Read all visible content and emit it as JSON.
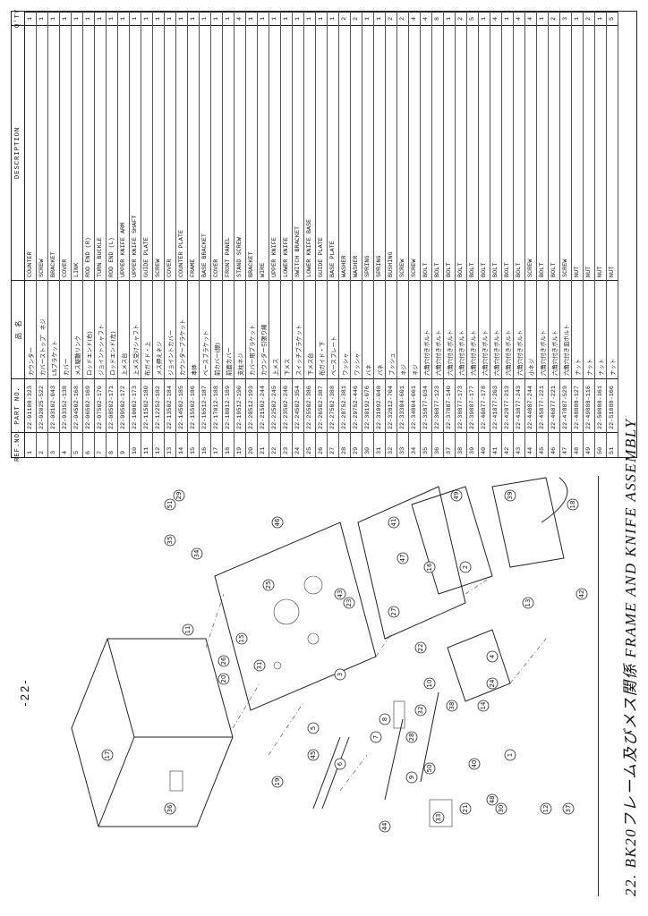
{
  "title": "22. BK20フレーム及びメス関係 FRAME AND KNIFE ASSEMBLY",
  "page_number": "-22-",
  "table": {
    "headers": {
      "ref": "REF.NO.",
      "part": "PART NO.",
      "name": "品 名",
      "desc": "DESCRIPTION",
      "qty": "Q'TY"
    },
    "rows": [
      {
        "ref": "1",
        "part": "22-01108-323",
        "name": "カウンター",
        "desc": "COUNTER",
        "qty": "1"
      },
      {
        "ref": "2",
        "part": "22-02025-522",
        "name": "カバーストップ゜ネジ",
        "desc": "SCREW",
        "qty": "1"
      },
      {
        "ref": "3",
        "part": "22-03102-043",
        "name": "LSブラケット",
        "desc": "BRACKET",
        "qty": "1"
      },
      {
        "ref": "4",
        "part": "22-03352-138",
        "name": "カバー",
        "desc": "COVER",
        "qty": "1"
      },
      {
        "ref": "5",
        "part": "22-04502-168",
        "name": "メス駆動リンク",
        "desc": "LINK",
        "qty": "1"
      },
      {
        "ref": "6",
        "part": "22-06502-169",
        "name": "ロッドエンド(右)",
        "desc": "ROD END (R)",
        "qty": "1"
      },
      {
        "ref": "7",
        "part": "22-07502-170",
        "name": "ジョイントシャフト",
        "desc": "TURN BUCKLE",
        "qty": "1"
      },
      {
        "ref": "8",
        "part": "22-08502-171",
        "name": "ロッドエンド(左)",
        "desc": "ROD END (L)",
        "qty": "1"
      },
      {
        "ref": "9",
        "part": "22-09502-172",
        "name": "上メス台",
        "desc": "UPPER KNIFE ARM",
        "qty": "1"
      },
      {
        "ref": "10",
        "part": "22-10002-173",
        "name": "上メス受けシャフト",
        "desc": "UPPER KNIFE SHAFT",
        "qty": "1"
      },
      {
        "ref": "11",
        "part": "22-11502-180",
        "name": "布ガイド・上",
        "desc": "GUIDE PLATE",
        "qty": "1"
      },
      {
        "ref": "12",
        "part": "22-12252-182",
        "name": "メス押えネジ",
        "desc": "SCREW",
        "qty": "1"
      },
      {
        "ref": "13",
        "part": "22-13502-184",
        "name": "ジョイントカバー",
        "desc": "COVER",
        "qty": "1"
      },
      {
        "ref": "14",
        "part": "22-14502-185",
        "name": "カウンタープラケット",
        "desc": "COUNTER PLATE",
        "qty": "1"
      },
      {
        "ref": "15",
        "part": "22-15502-186",
        "name": "本体",
        "desc": "FRAME",
        "qty": "1"
      },
      {
        "ref": "16",
        "part": "22-16512-187",
        "name": "ベースブラケット",
        "desc": "BASE BRACKET",
        "qty": "1"
      },
      {
        "ref": "17",
        "part": "22-17012-188",
        "name": "前カバー(銀)",
        "desc": "COVER",
        "qty": "1"
      },
      {
        "ref": "18",
        "part": "22-18012-189",
        "name": "前面カバー",
        "desc": "FRONT PANEL",
        "qty": "1"
      },
      {
        "ref": "19",
        "part": "22-19512-190",
        "name": "支柱ネジ",
        "desc": "STAND SCREW",
        "qty": "4"
      },
      {
        "ref": "20",
        "part": "22-20512-193",
        "name": "カバー用ブラケット",
        "desc": "BRACKET",
        "qty": "1"
      },
      {
        "ref": "21",
        "part": "22-21502-244",
        "name": "カウンター引張り線",
        "desc": "WIRE",
        "qty": "1"
      },
      {
        "ref": "22",
        "part": "22-22502-245",
        "name": "上メス",
        "desc": "UPPER KNIFE",
        "qty": "1"
      },
      {
        "ref": "23",
        "part": "22-23502-246",
        "name": "下メス",
        "desc": "LOWER KNIFE",
        "qty": "1"
      },
      {
        "ref": "24",
        "part": "22-24502-354",
        "name": "スイッチブラケット",
        "desc": "SWITCH BRACKET",
        "qty": "1"
      },
      {
        "ref": "25",
        "part": "22-25502-386",
        "name": "下メス台",
        "desc": "LOWER KNIFE BASE",
        "qty": "1"
      },
      {
        "ref": "26",
        "part": "22-26502-387",
        "name": "布ガイド・下",
        "desc": "GUIDE PLATE",
        "qty": "1"
      },
      {
        "ref": "27",
        "part": "22-27502-388",
        "name": "ベースプレート",
        "desc": "BASE PLATE",
        "qty": "1"
      },
      {
        "ref": "28",
        "part": "22-28752-381",
        "name": "ワッシャ",
        "desc": "WASHER",
        "qty": "2"
      },
      {
        "ref": "29",
        "part": "22-29752-446",
        "name": "ワッシャ",
        "desc": "WASHER",
        "qty": "2"
      },
      {
        "ref": "30",
        "part": "22-30192-076",
        "name": "バネ",
        "desc": "SPRING",
        "qty": "1"
      },
      {
        "ref": "31",
        "part": "22-31092-048",
        "name": "バネ",
        "desc": "SPRING",
        "qty": "1"
      },
      {
        "ref": "32",
        "part": "22-32812-704",
        "name": "ブッシュ",
        "desc": "BUSHING",
        "qty": "2"
      },
      {
        "ref": "33",
        "part": "22-33304-601",
        "name": "ネジ",
        "desc": "SCREW",
        "qty": "2"
      },
      {
        "ref": "34",
        "part": "22-34804-661",
        "name": "ネジ",
        "desc": "SCREW",
        "qty": "4"
      },
      {
        "ref": "35",
        "part": "22-35877-034",
        "name": "六角穴付きボルト",
        "desc": "BOLT",
        "qty": "4"
      },
      {
        "ref": "36",
        "part": "22-36877-123",
        "name": "六角穴付きボルト",
        "desc": "BOLT",
        "qty": "8"
      },
      {
        "ref": "37",
        "part": "22-37887-140",
        "name": "六角穴付きボルト",
        "desc": "BOLT",
        "qty": "1"
      },
      {
        "ref": "38",
        "part": "22-38877-173",
        "name": "六角穴付きボルト",
        "desc": "BOLT",
        "qty": "2"
      },
      {
        "ref": "39",
        "part": "22-39887-177",
        "name": "六角穴付きボルト",
        "desc": "BOLT",
        "qty": "5"
      },
      {
        "ref": "40",
        "part": "22-40877-178",
        "name": "六角穴付きボルト",
        "desc": "BOLT",
        "qty": "1"
      },
      {
        "ref": "41",
        "part": "22-41877-203",
        "name": "六角穴付きボルト",
        "desc": "BOLT",
        "qty": "4"
      },
      {
        "ref": "42",
        "part": "22-42877-213",
        "name": "六角穴付きボルト",
        "desc": "BOLT",
        "qty": "1"
      },
      {
        "ref": "43",
        "part": "22-43877-243",
        "name": "六角穴付きボルト",
        "desc": "BOLT",
        "qty": "4"
      },
      {
        "ref": "44",
        "part": "22-44887-244",
        "name": "小ネジ",
        "desc": "SCREW",
        "qty": "4"
      },
      {
        "ref": "45",
        "part": "22-45877-221",
        "name": "六角穴付きボルト",
        "desc": "BOLT",
        "qty": "1"
      },
      {
        "ref": "46",
        "part": "22-46877-221",
        "name": "六角穴付きボルト",
        "desc": "BOLT",
        "qty": "2"
      },
      {
        "ref": "47",
        "part": "22-47887-529",
        "name": "六角穴付き皿ボルト",
        "desc": "SCREW",
        "qty": "3"
      },
      {
        "ref": "48",
        "part": "22-48888-127",
        "name": "ナット",
        "desc": "NUT",
        "qty": "1"
      },
      {
        "ref": "49",
        "part": "22-49888-116",
        "name": "ナット",
        "desc": "NUT",
        "qty": "2"
      },
      {
        "ref": "50",
        "part": "22-50888-161",
        "name": "ナット",
        "desc": "NUT",
        "qty": "1"
      },
      {
        "ref": "51",
        "part": "22-51888-166",
        "name": "ナット",
        "desc": "NUT",
        "qty": "5"
      }
    ]
  },
  "diagram": {
    "callouts": [
      "1",
      "2",
      "3",
      "4",
      "5",
      "6",
      "7",
      "8",
      "9",
      "10",
      "11",
      "12",
      "13",
      "14",
      "15",
      "16",
      "17",
      "18",
      "19",
      "20",
      "21",
      "22",
      "23",
      "24",
      "25",
      "26",
      "27",
      "28",
      "29",
      "30",
      "31",
      "32",
      "33",
      "34",
      "35",
      "36",
      "37",
      "38",
      "39",
      "40",
      "41",
      "42",
      "43",
      "44",
      "45",
      "46",
      "47",
      "48",
      "49",
      "50",
      "51"
    ]
  }
}
